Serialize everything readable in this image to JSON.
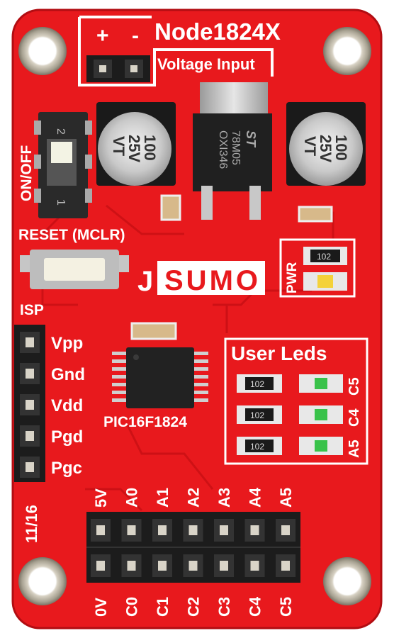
{
  "board": {
    "name": "Node1824X",
    "power": {
      "plus": "+",
      "minus": "-",
      "label": "Voltage Input"
    },
    "switch": {
      "label": "ON/OFF",
      "pos_top": "2",
      "pos_bottom": "1"
    },
    "reset_label": "RESET (MCLR)",
    "logo": {
      "first": "J",
      "rest": "SUMO"
    },
    "pwr_label": "PWR",
    "isp": {
      "title": "ISP",
      "pins": [
        "Vpp",
        "Gnd",
        "Vdd",
        "Pgd",
        "Pgc"
      ]
    },
    "chip_label": "PIC16F1824",
    "user_leds": {
      "title": "User Leds",
      "rows": [
        {
          "resistor": "102",
          "pin": "C5"
        },
        {
          "resistor": "102",
          "pin": "C4"
        },
        {
          "resistor": "102",
          "pin": "A5"
        }
      ]
    },
    "resistor_pwr": "102",
    "cap_left": {
      "value": "100",
      "voltage": "25V",
      "series": "VT"
    },
    "cap_right": {
      "value": "100",
      "voltage": "25V",
      "series": "VT"
    },
    "regulator": {
      "brand": "ST",
      "part": "78M05",
      "lot": "OXI346"
    },
    "date_code": "11/16",
    "header_top_labels": [
      "5V",
      "A0",
      "A1",
      "A2",
      "A3",
      "A4",
      "A5"
    ],
    "header_bottom_labels": [
      "0V",
      "C0",
      "C1",
      "C2",
      "C3",
      "C4",
      "C5"
    ]
  },
  "colors": {
    "pcb": "#e8191d",
    "pcb_dark": "#c70f14",
    "silkscreen": "#ffffff",
    "pad": "#b8b2a4",
    "header_black": "#1c1c1c",
    "chip": "#222222",
    "led_green": "#39c24a",
    "led_yellow": "#f4d23a"
  }
}
